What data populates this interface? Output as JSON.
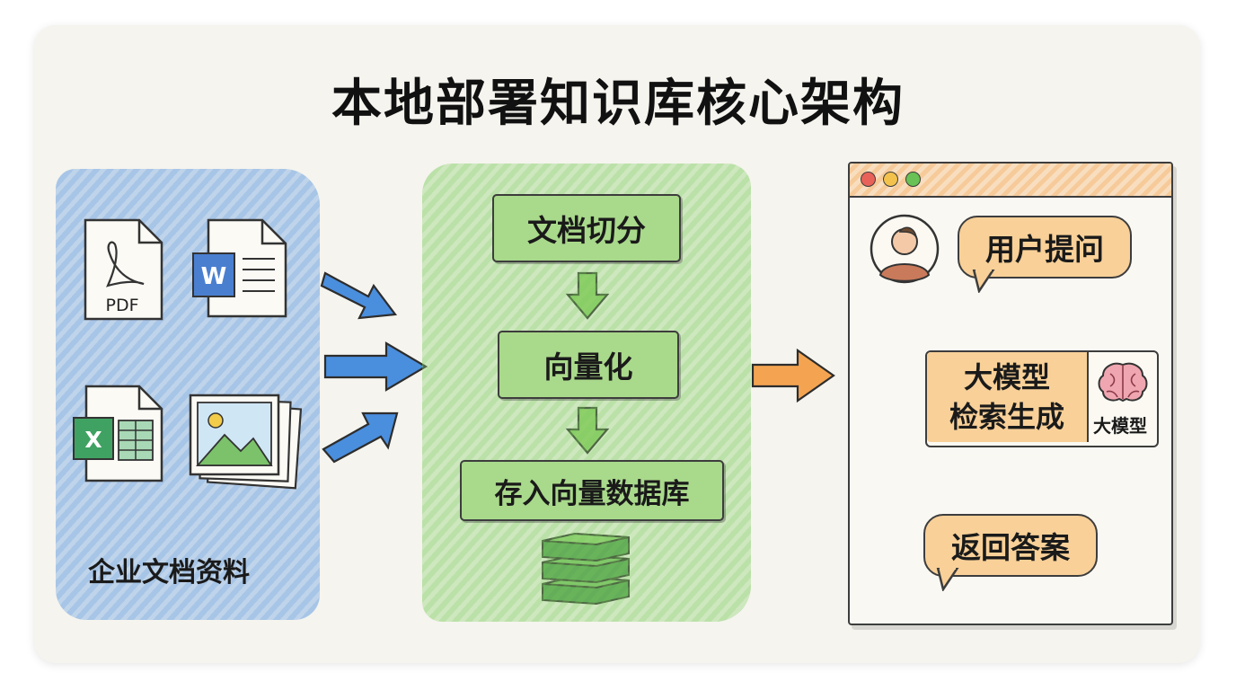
{
  "diagram": {
    "title": "本地部署知识库核心架构",
    "sources": {
      "label": "企业文档资料",
      "file_icons": [
        {
          "name": "pdf-file-icon",
          "caption": "PDF"
        },
        {
          "name": "word-file-icon",
          "caption": "W"
        },
        {
          "name": "excel-file-icon",
          "caption": "X"
        },
        {
          "name": "image-file-icon",
          "caption": ""
        }
      ]
    },
    "pipeline": {
      "steps": [
        "文档切分",
        "向量化",
        "存入向量数据库"
      ],
      "storage_icon": "database-stack-icon"
    },
    "app_window": {
      "user_question": "用户提问",
      "llm_line1": "大模型",
      "llm_line2": "检索生成",
      "llm_badge": "大模型",
      "answer": "返回答案"
    },
    "colors": {
      "blue": "#4a8ede",
      "green": "#8fcf6a",
      "orange": "#f4a451"
    }
  }
}
